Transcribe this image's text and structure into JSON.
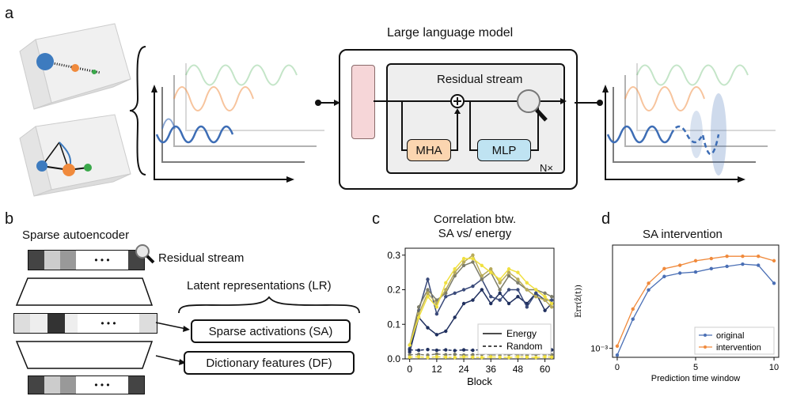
{
  "panels": {
    "a": "a",
    "b": "b",
    "c": "c",
    "d": "d"
  },
  "llm": {
    "title": "Large language model",
    "residual_label": "Residual stream",
    "mha_label": "MHA",
    "mlp_label": "MLP",
    "repeat_label": "N×"
  },
  "sae": {
    "title": "Sparse autoencoder",
    "residual_label": "Residual stream",
    "latent_label": "Latent representations (LR)",
    "sa_label": "Sparse activations (SA)",
    "df_label": "Dictionary features (DF)",
    "dots": "• • •"
  },
  "colors": {
    "blue": "#3d6db5",
    "orange": "#f08a3c",
    "green": "#3aa84a",
    "mha_fill": "#fbd5b0",
    "mlp_fill": "#bfe3f2",
    "pink_fill": "#f6d6d8",
    "gray_fill": "#eeeeee"
  },
  "chart_c": {
    "title_line1": "Correlation btw.",
    "title_line2": "SA vs/ energy",
    "xlabel": "Block",
    "yticks": [
      "0.0",
      "0.1",
      "0.2",
      "0.3"
    ],
    "xticks": [
      "0",
      "12",
      "24",
      "36",
      "48",
      "60"
    ],
    "legend": [
      "Energy",
      "Random"
    ]
  },
  "chart_d": {
    "title": "SA intervention",
    "ylabel": "Err(ẑ(t))",
    "xlabel": "Prediction time window",
    "ytick": "10⁻³",
    "xticks": [
      "0",
      "5",
      "10"
    ],
    "legend": [
      "original",
      "intervention"
    ]
  },
  "chart_data": [
    {
      "type": "line",
      "title": "Correlation btw. SA vs/ energy",
      "xlabel": "Block",
      "ylabel": "",
      "xlim": [
        -2,
        64
      ],
      "ylim": [
        0,
        0.32
      ],
      "x": [
        0,
        4,
        8,
        12,
        16,
        20,
        24,
        28,
        32,
        36,
        40,
        44,
        48,
        52,
        56,
        60,
        63
      ],
      "series": [
        {
          "name": "Energy",
          "color": "#1f2f5e",
          "values": [
            0.02,
            0.12,
            0.09,
            0.07,
            0.08,
            0.12,
            0.16,
            0.17,
            0.2,
            0.16,
            0.19,
            0.16,
            0.18,
            0.16,
            0.19,
            0.14,
            0.16
          ]
        },
        {
          "name": "Energy",
          "color": "#3a4a7a",
          "values": [
            0.03,
            0.14,
            0.23,
            0.13,
            0.18,
            0.19,
            0.2,
            0.21,
            0.23,
            0.18,
            0.17,
            0.2,
            0.2,
            0.15,
            0.19,
            0.17,
            0.17
          ]
        },
        {
          "name": "Energy",
          "color": "#7d7d6a",
          "values": [
            0.04,
            0.15,
            0.2,
            0.17,
            0.19,
            0.24,
            0.27,
            0.28,
            0.23,
            0.25,
            0.2,
            0.24,
            0.22,
            0.2,
            0.2,
            0.19,
            0.18
          ]
        },
        {
          "name": "Energy",
          "color": "#b7aa5a",
          "values": [
            0.04,
            0.13,
            0.19,
            0.16,
            0.2,
            0.25,
            0.28,
            0.3,
            0.24,
            0.26,
            0.22,
            0.25,
            0.23,
            0.2,
            0.18,
            0.17,
            0.15
          ]
        },
        {
          "name": "Energy",
          "color": "#f0e040",
          "values": [
            0.04,
            0.12,
            0.18,
            0.15,
            0.22,
            0.26,
            0.29,
            0.29,
            0.27,
            0.25,
            0.23,
            0.26,
            0.25,
            0.22,
            0.2,
            0.18,
            0.16
          ]
        },
        {
          "name": "Random",
          "color": "#1f2f5e",
          "dash": true,
          "values": [
            0.026,
            0.025,
            0.027,
            0.025,
            0.026,
            0.024,
            0.026,
            0.025,
            0.027,
            0.025,
            0.026,
            0.024,
            0.026,
            0.025,
            0.026,
            0.025,
            0.026
          ]
        },
        {
          "name": "Random",
          "color": "#7d7d6a",
          "dash": true,
          "values": [
            0.012,
            0.013,
            0.011,
            0.014,
            0.012,
            0.013,
            0.011,
            0.012,
            0.013,
            0.012,
            0.011,
            0.013,
            0.012,
            0.011,
            0.013,
            0.012,
            0.012
          ]
        },
        {
          "name": "Random",
          "color": "#f0e040",
          "dash": true,
          "values": [
            0.005,
            0.006,
            0.004,
            0.006,
            0.005,
            0.004,
            0.006,
            0.005,
            0.004,
            0.006,
            0.005,
            0.004,
            0.006,
            0.005,
            0.004,
            0.006,
            0.005
          ]
        }
      ]
    },
    {
      "type": "line",
      "title": "SA intervention",
      "xlabel": "Prediction time window",
      "ylabel": "Err(ẑ(t))",
      "xlim": [
        -0.3,
        10.3
      ],
      "ylim": [
        0,
        1
      ],
      "x": [
        0,
        1,
        2,
        3,
        4,
        5,
        6,
        7,
        8,
        9,
        10
      ],
      "series": [
        {
          "name": "original",
          "color": "#4a6fb5",
          "values": [
            0.02,
            0.34,
            0.6,
            0.72,
            0.75,
            0.76,
            0.79,
            0.81,
            0.83,
            0.82,
            0.66
          ]
        },
        {
          "name": "intervention",
          "color": "#f08a3c",
          "values": [
            0.1,
            0.43,
            0.66,
            0.79,
            0.82,
            0.86,
            0.88,
            0.9,
            0.9,
            0.9,
            0.86
          ]
        }
      ]
    }
  ]
}
